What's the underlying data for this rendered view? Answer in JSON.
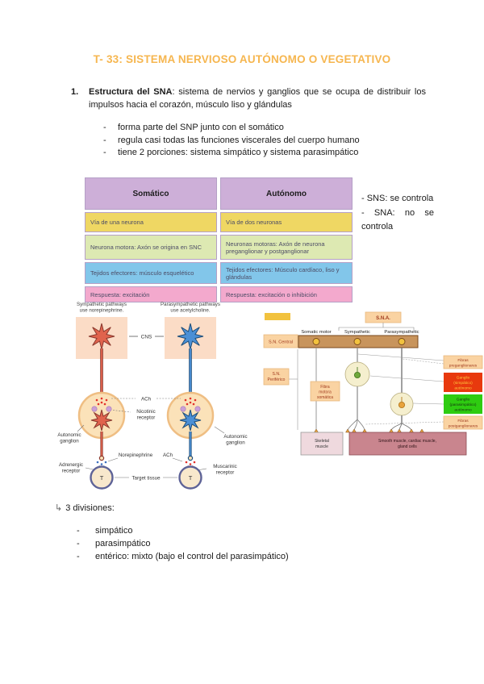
{
  "colors": {
    "title_text": "#F6B64F",
    "table_header_bg": "#CDAFD8",
    "row_yellow": "#EFD763",
    "row_green": "#DDE9B2",
    "row_blue": "#82C6EA",
    "row_pink": "#F3A9CD",
    "sympathetic_neuron": "#E0634D",
    "parasympathetic_neuron": "#4B8FD5",
    "ganglio_simpatico_box": "#E8390E",
    "ganglio_parasimpatico_box": "#2ECC11"
  },
  "page": {
    "title": "T- 33: SISTEMA NERVIOSO AUTÓNOMO O VEGETATIVO"
  },
  "bullet_marker": "-",
  "section": {
    "number": "1.",
    "heading": "Estructura del SNA",
    "body": ": sistema de nervios y ganglios que se ocupa de distribuir los impulsos hacia el corazón, músculo liso y glándulas",
    "bullets": [
      "forma parte del SNP junto con el somático",
      "regula casi todas las funciones viscerales del cuerpo humano",
      "tiene 2 porciones: sistema simpático y sistema parasimpático"
    ]
  },
  "comparison_table": {
    "headers": [
      "Somático",
      "Autónomo"
    ],
    "rows": [
      {
        "cells": [
          "Vía de una neurona",
          "Vía de dos neuronas"
        ]
      },
      {
        "cells": [
          "Neurona motora: Axón se origina en SNC",
          "Neuronas motoras: Axón de neurona preganglionar y postganglionar"
        ]
      },
      {
        "cells": [
          "Tejidos efectores: músculo esquelético",
          "Tejidos efectores: Músculo cardíaco, liso y glándulas"
        ]
      },
      {
        "cells": [
          "Respuesta: excitación",
          "Respuesta: excitación o inhibición"
        ]
      }
    ]
  },
  "side_note": {
    "lines": [
      "- SNS: se controla",
      "- SNA: no se controla"
    ]
  },
  "pathway_diagram": {
    "left_title": [
      "Sympathetic pathways",
      "use norepinephrine."
    ],
    "right_title": [
      "Parasympathetic pathways",
      "use acetylcholine."
    ],
    "cns_label": "CNS",
    "ach_upper_label": "ACh",
    "nicotinic_label": [
      "Nicotinic",
      "receptor"
    ],
    "autonomic_ganglion_left": [
      "Autonomic",
      "ganglion"
    ],
    "autonomic_ganglion_right": [
      "Autonomic",
      "ganglion"
    ],
    "norepinephrine_label": "Norepinephrine",
    "ach_lower_label": "ACh",
    "adrenergic_label": [
      "Adrenergic",
      "receptor"
    ],
    "muscarinic_label": [
      "Muscarinic",
      "receptor"
    ],
    "target_tissue_label": "Target tissue",
    "target_letter_left": "T",
    "target_letter_right": "T"
  },
  "flow_diagram": {
    "sna_label": "S.N.A.",
    "columns": [
      "Somatic motor",
      "Sympathetic",
      "Parasympathetic"
    ],
    "sn_central": "S.N. Central",
    "sn_periferico": [
      "S.N.",
      "Periférico"
    ],
    "fibra_motora": [
      "Fibra",
      "motora",
      "somática"
    ],
    "fibras_preganglionares": [
      "Fibras",
      "preganglionares"
    ],
    "ganglio_simpatico": [
      "Ganglio",
      "(simpático)",
      "autónomo"
    ],
    "ganglio_parasimpatico": [
      "Ganglio",
      "(parasimpático)",
      "autónomo"
    ],
    "fibras_postganglionares": [
      "Fibras",
      "postganglionares"
    ],
    "skeletal_muscle": [
      "Skeletal",
      "muscle"
    ],
    "smooth_muscle": [
      "Smooth muscle, cardiac muscle,",
      "gland cells"
    ]
  },
  "divisions": {
    "marker": "↳",
    "heading": "3 divisiones:",
    "items": [
      "simpático",
      "parasimpático",
      "entérico: mixto (bajo el control del parasimpático)"
    ]
  }
}
